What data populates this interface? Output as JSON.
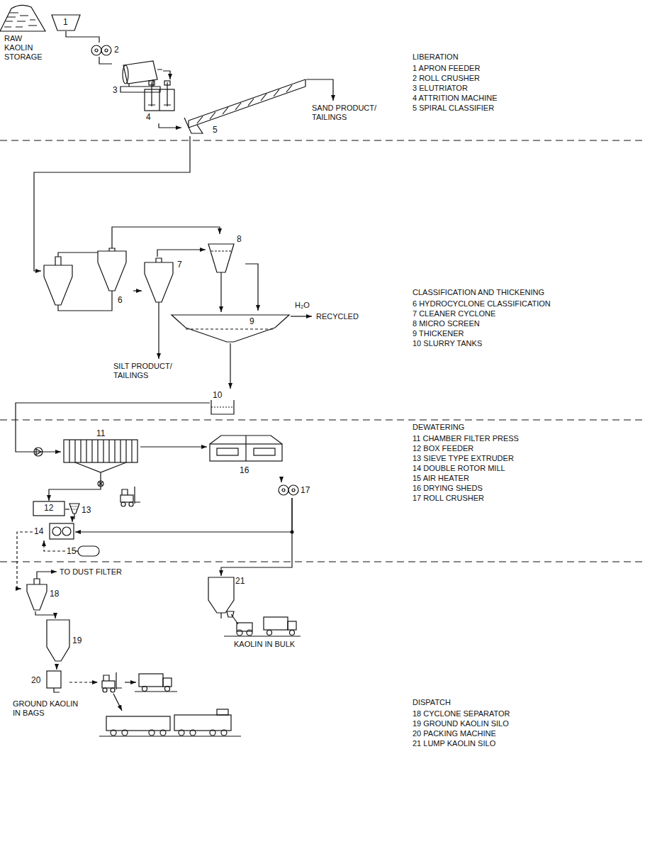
{
  "diagram": {
    "nodes": [
      {
        "text": [
          "1"
        ]
      },
      {
        "text": [
          "2"
        ]
      },
      {
        "text": [
          "3"
        ]
      },
      {
        "text": [
          "4"
        ]
      },
      {
        "text": [
          "5"
        ]
      },
      {
        "text": [
          "6"
        ]
      },
      {
        "text": [
          "7"
        ]
      },
      {
        "text": [
          "8"
        ]
      },
      {
        "text": [
          "9"
        ]
      },
      {
        "text": [
          "10"
        ]
      },
      {
        "text": [
          "11"
        ]
      },
      {
        "text": [
          "12"
        ]
      },
      {
        "text": [
          "13"
        ]
      },
      {
        "text": [
          "14"
        ]
      },
      {
        "text": [
          "15"
        ]
      },
      {
        "text": [
          "16"
        ]
      },
      {
        "text": [
          "17"
        ]
      },
      {
        "text": [
          "18"
        ]
      },
      {
        "text": [
          "19"
        ]
      },
      {
        "text": [
          "20"
        ]
      },
      {
        "text": [
          "21"
        ]
      }
    ],
    "edges": [
      {
        "from": 0,
        "to": 1,
        "arrow": "none"
      },
      {
        "from": 1,
        "to": 2,
        "arrow": "none"
      },
      {
        "from": 2,
        "to": 3,
        "arrow": "to"
      },
      {
        "from": 3,
        "to": 4,
        "arrow": "to"
      },
      {
        "from": 4,
        "to": 5,
        "arrow": "to"
      },
      {
        "from": 5,
        "to": 6,
        "arrow": "to"
      },
      {
        "from": 5,
        "to": 7,
        "arrow": "to"
      },
      {
        "from": 6,
        "to": 7,
        "arrow": "to"
      },
      {
        "from": 7,
        "to": 8,
        "arrow": "to"
      },
      {
        "from": 8,
        "to": 9,
        "arrow": "to"
      },
      {
        "from": 9,
        "to": 10,
        "arrow": "to"
      },
      {
        "from": 10,
        "to": 11,
        "arrow": "to"
      },
      {
        "from": 10,
        "to": 15,
        "arrow": "to"
      },
      {
        "from": 11,
        "to": 12,
        "arrow": "none"
      },
      {
        "from": 12,
        "to": 13,
        "arrow": "to"
      },
      {
        "from": 14,
        "to": 13,
        "arrow": "to"
      },
      {
        "from": 15,
        "to": 16,
        "arrow": "to"
      },
      {
        "from": 16,
        "to": 13,
        "arrow": "to"
      },
      {
        "from": 16,
        "to": 20,
        "arrow": "to"
      },
      {
        "from": 13,
        "to": 17,
        "arrow": "to"
      },
      {
        "from": 17,
        "to": 18,
        "arrow": "to"
      },
      {
        "from": 18,
        "to": 19,
        "arrow": "to"
      }
    ],
    "labels": [
      "RAW KAOLIN STORAGE",
      "LIBERATION",
      "1 APRON FEEDER",
      "2 ROLL CRUSHER",
      "3 ELUTRIATOR",
      "4 ATTRITION MACHINE",
      "5 SPIRAL CLASSIFIER",
      "SAND PRODUCT/ TAILINGS",
      "CLASSIFICATION AND THICKENING",
      "6 HYDROCYCLONE CLASSIFICATION",
      "7 CLEANER CYCLONE",
      "8 MICRO SCREEN",
      "9 THICKENER",
      "10 SLURRY TANKS",
      "H₂O",
      "RECYCLED",
      "SILT PRODUCT/ TAILINGS",
      "DEWATERING",
      "11 CHAMBER FILTER PRESS",
      "12 BOX FEEDER",
      "13 SIEVE TYPE EXTRUDER",
      "14 DOUBLE ROTOR MILL",
      "15 AIR HEATER",
      "16 DRYING SHEDS",
      "17 ROLL CRUSHER",
      "TO DUST FILTER",
      "KAOLIN IN BULK",
      "DISPATCH",
      "18 CYCLONE SEPARATOR",
      "19 GROUND KAOLIN SILO",
      "20 PACKING MACHINE",
      "21 LUMP KAOLIN SILO",
      "GROUND KAOLIN IN BAGS"
    ]
  }
}
